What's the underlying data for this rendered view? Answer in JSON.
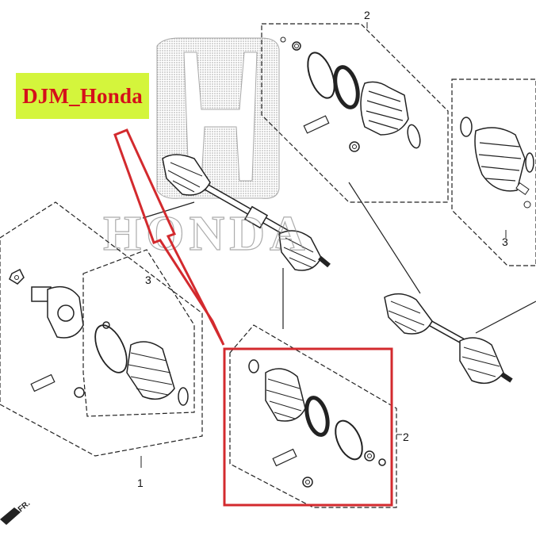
{
  "watermark": {
    "brand_label": "DJM_Honda",
    "logo_text": "HONDA",
    "colors": {
      "label_bg": "#d4f53c",
      "label_text": "#d5101a",
      "highlight": "#d32a2e"
    }
  },
  "callouts": {
    "top_kit": "2",
    "right_kit": "3",
    "left_kit": "3",
    "assembly": "1",
    "highlighted_kit": "2"
  },
  "direction_marker": {
    "icon": "front-direction-arrow-icon",
    "text": "FR."
  }
}
